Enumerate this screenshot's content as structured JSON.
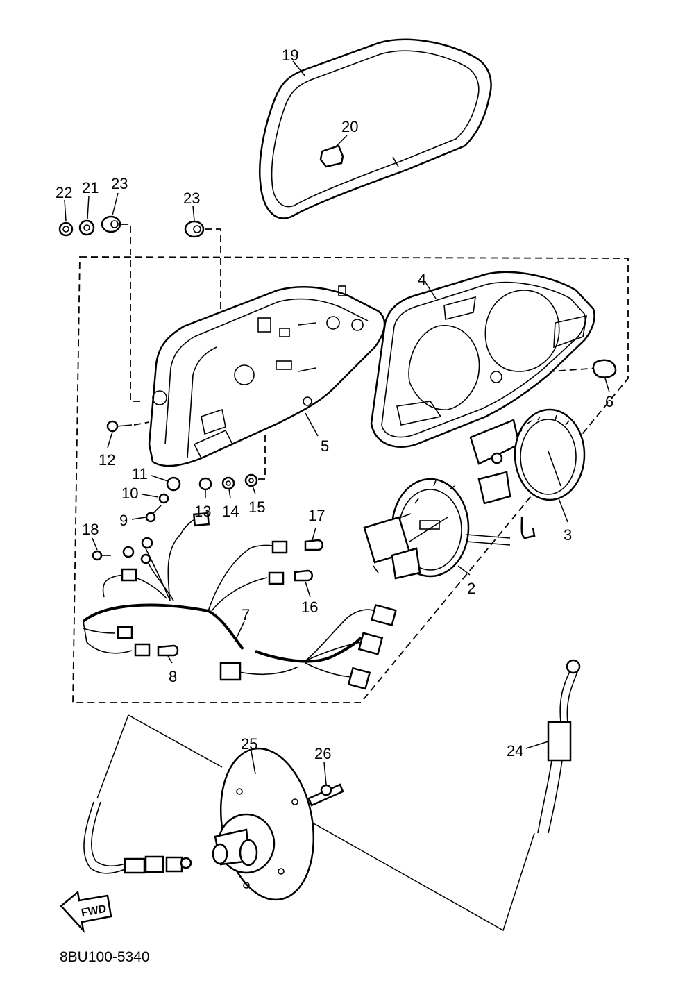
{
  "diagram": {
    "drawing_code": "8BU100-5340",
    "direction_label": "FWD",
    "callouts": {
      "c1": "19",
      "c2": "20",
      "c3": "22",
      "c4": "21",
      "c5": "23",
      "c6": "23",
      "c7": "4",
      "c8": "6",
      "c9": "5",
      "c10": "12",
      "c11": "11",
      "c12": "10",
      "c13": "9",
      "c14": "13",
      "c15": "14",
      "c16": "15",
      "c17": "3",
      "c18": "17",
      "c19": "18",
      "c20": "16",
      "c21": "2",
      "c22": "7",
      "c23": "8",
      "c24": "24",
      "c25": "25",
      "c26": "26"
    }
  }
}
